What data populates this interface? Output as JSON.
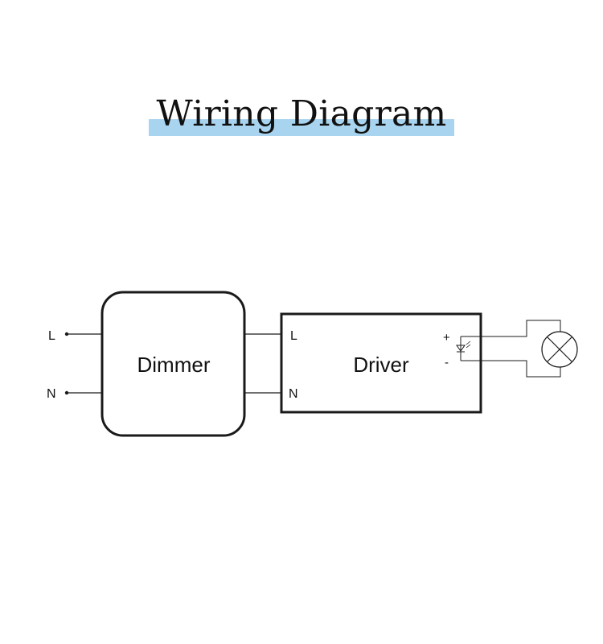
{
  "title": "Wiring Diagram",
  "colors": {
    "title_highlight": "#a8d4ef",
    "line": "#1a1a1a"
  },
  "inputs": {
    "live_label": "L",
    "neutral_label": "N"
  },
  "dimmer": {
    "label": "Dimmer"
  },
  "driver": {
    "label": "Driver",
    "live_label": "L",
    "neutral_label": "N",
    "plus_label": "+",
    "minus_label": "-",
    "output_icon": "led-icon"
  },
  "load": {
    "icon": "lamp-icon"
  }
}
